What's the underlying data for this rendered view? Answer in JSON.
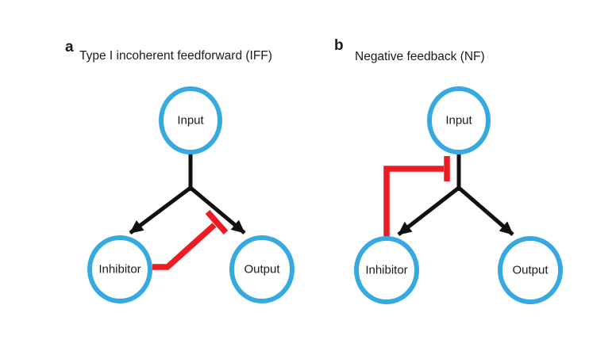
{
  "figure": {
    "colors": {
      "node_border": "#36A9E1",
      "node_fill": "#ffffff",
      "activation_edge": "#111111",
      "inhibition_edge": "#EC1C24",
      "background": "#ffffff"
    },
    "panels": [
      {
        "label": "a",
        "title": "Type I incoherent feedforward (IFF)",
        "nodes": {
          "input": "Input",
          "inhibitor": "Inhibitor",
          "output": "Output"
        },
        "edges": [
          {
            "from": "Input",
            "to": "Inhibitor",
            "type": "activation"
          },
          {
            "from": "Input",
            "to": "Output",
            "type": "activation"
          },
          {
            "from": "Inhibitor",
            "to": "Output",
            "type": "inhibition"
          }
        ]
      },
      {
        "label": "b",
        "title": "Negative feedback (NF)",
        "nodes": {
          "input": "Input",
          "inhibitor": "Inhibitor",
          "output": "Output"
        },
        "edges": [
          {
            "from": "Input",
            "to": "Inhibitor",
            "type": "activation"
          },
          {
            "from": "Input",
            "to": "Output",
            "type": "activation"
          },
          {
            "from": "Inhibitor",
            "to": "Input",
            "type": "inhibition"
          }
        ]
      }
    ]
  }
}
